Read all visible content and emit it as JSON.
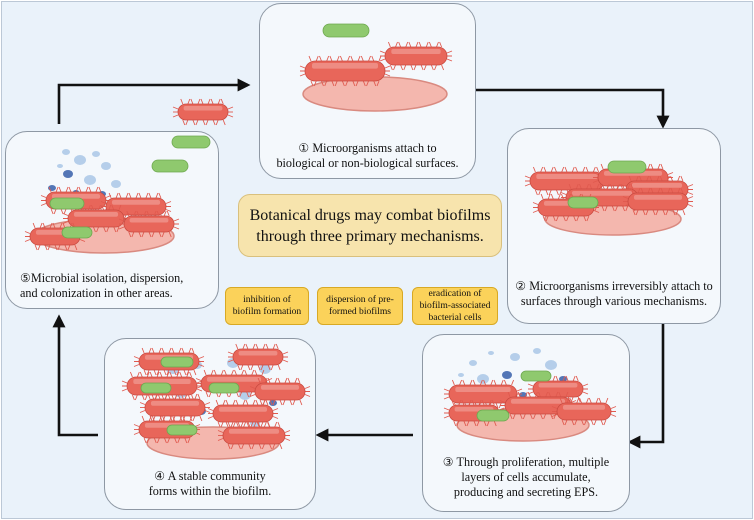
{
  "title": "Botanical drugs may combat biofilms\nthrough three primary mechanisms.",
  "mechanisms": [
    "inhibition of\nbiofilm formation",
    "dispersion of pre-\nformed biofilms",
    "eradication of\nbiofilm-associated\nbacterial cells"
  ],
  "stages": [
    {
      "text": "① Microorganisms attach to\nbiological or non-biological surfaces."
    },
    {
      "text": "② Microorganisms irreversibly attach to\nsurfaces through various mechanisms."
    },
    {
      "text": "③ Through proliferation, multiple\nlayers of cells accumulate,\nproducing and secreting EPS."
    },
    {
      "text": "④ A stable community\nforms within the biofilm."
    },
    {
      "text": "⑤Microbial isolation, dispersion,\nand colonization in other areas."
    }
  ],
  "colors": {
    "bacterium_red": "#e8665a",
    "bacterium_green": "#8fc96e",
    "surface_pink": "#f4b7ae",
    "eps_blue": "#a9c7e6",
    "eps_dark_blue": "#4a6fb2",
    "title_box": "#f7e4ad",
    "mechanism_box": "#fbd25a",
    "arrow": "#111111"
  }
}
